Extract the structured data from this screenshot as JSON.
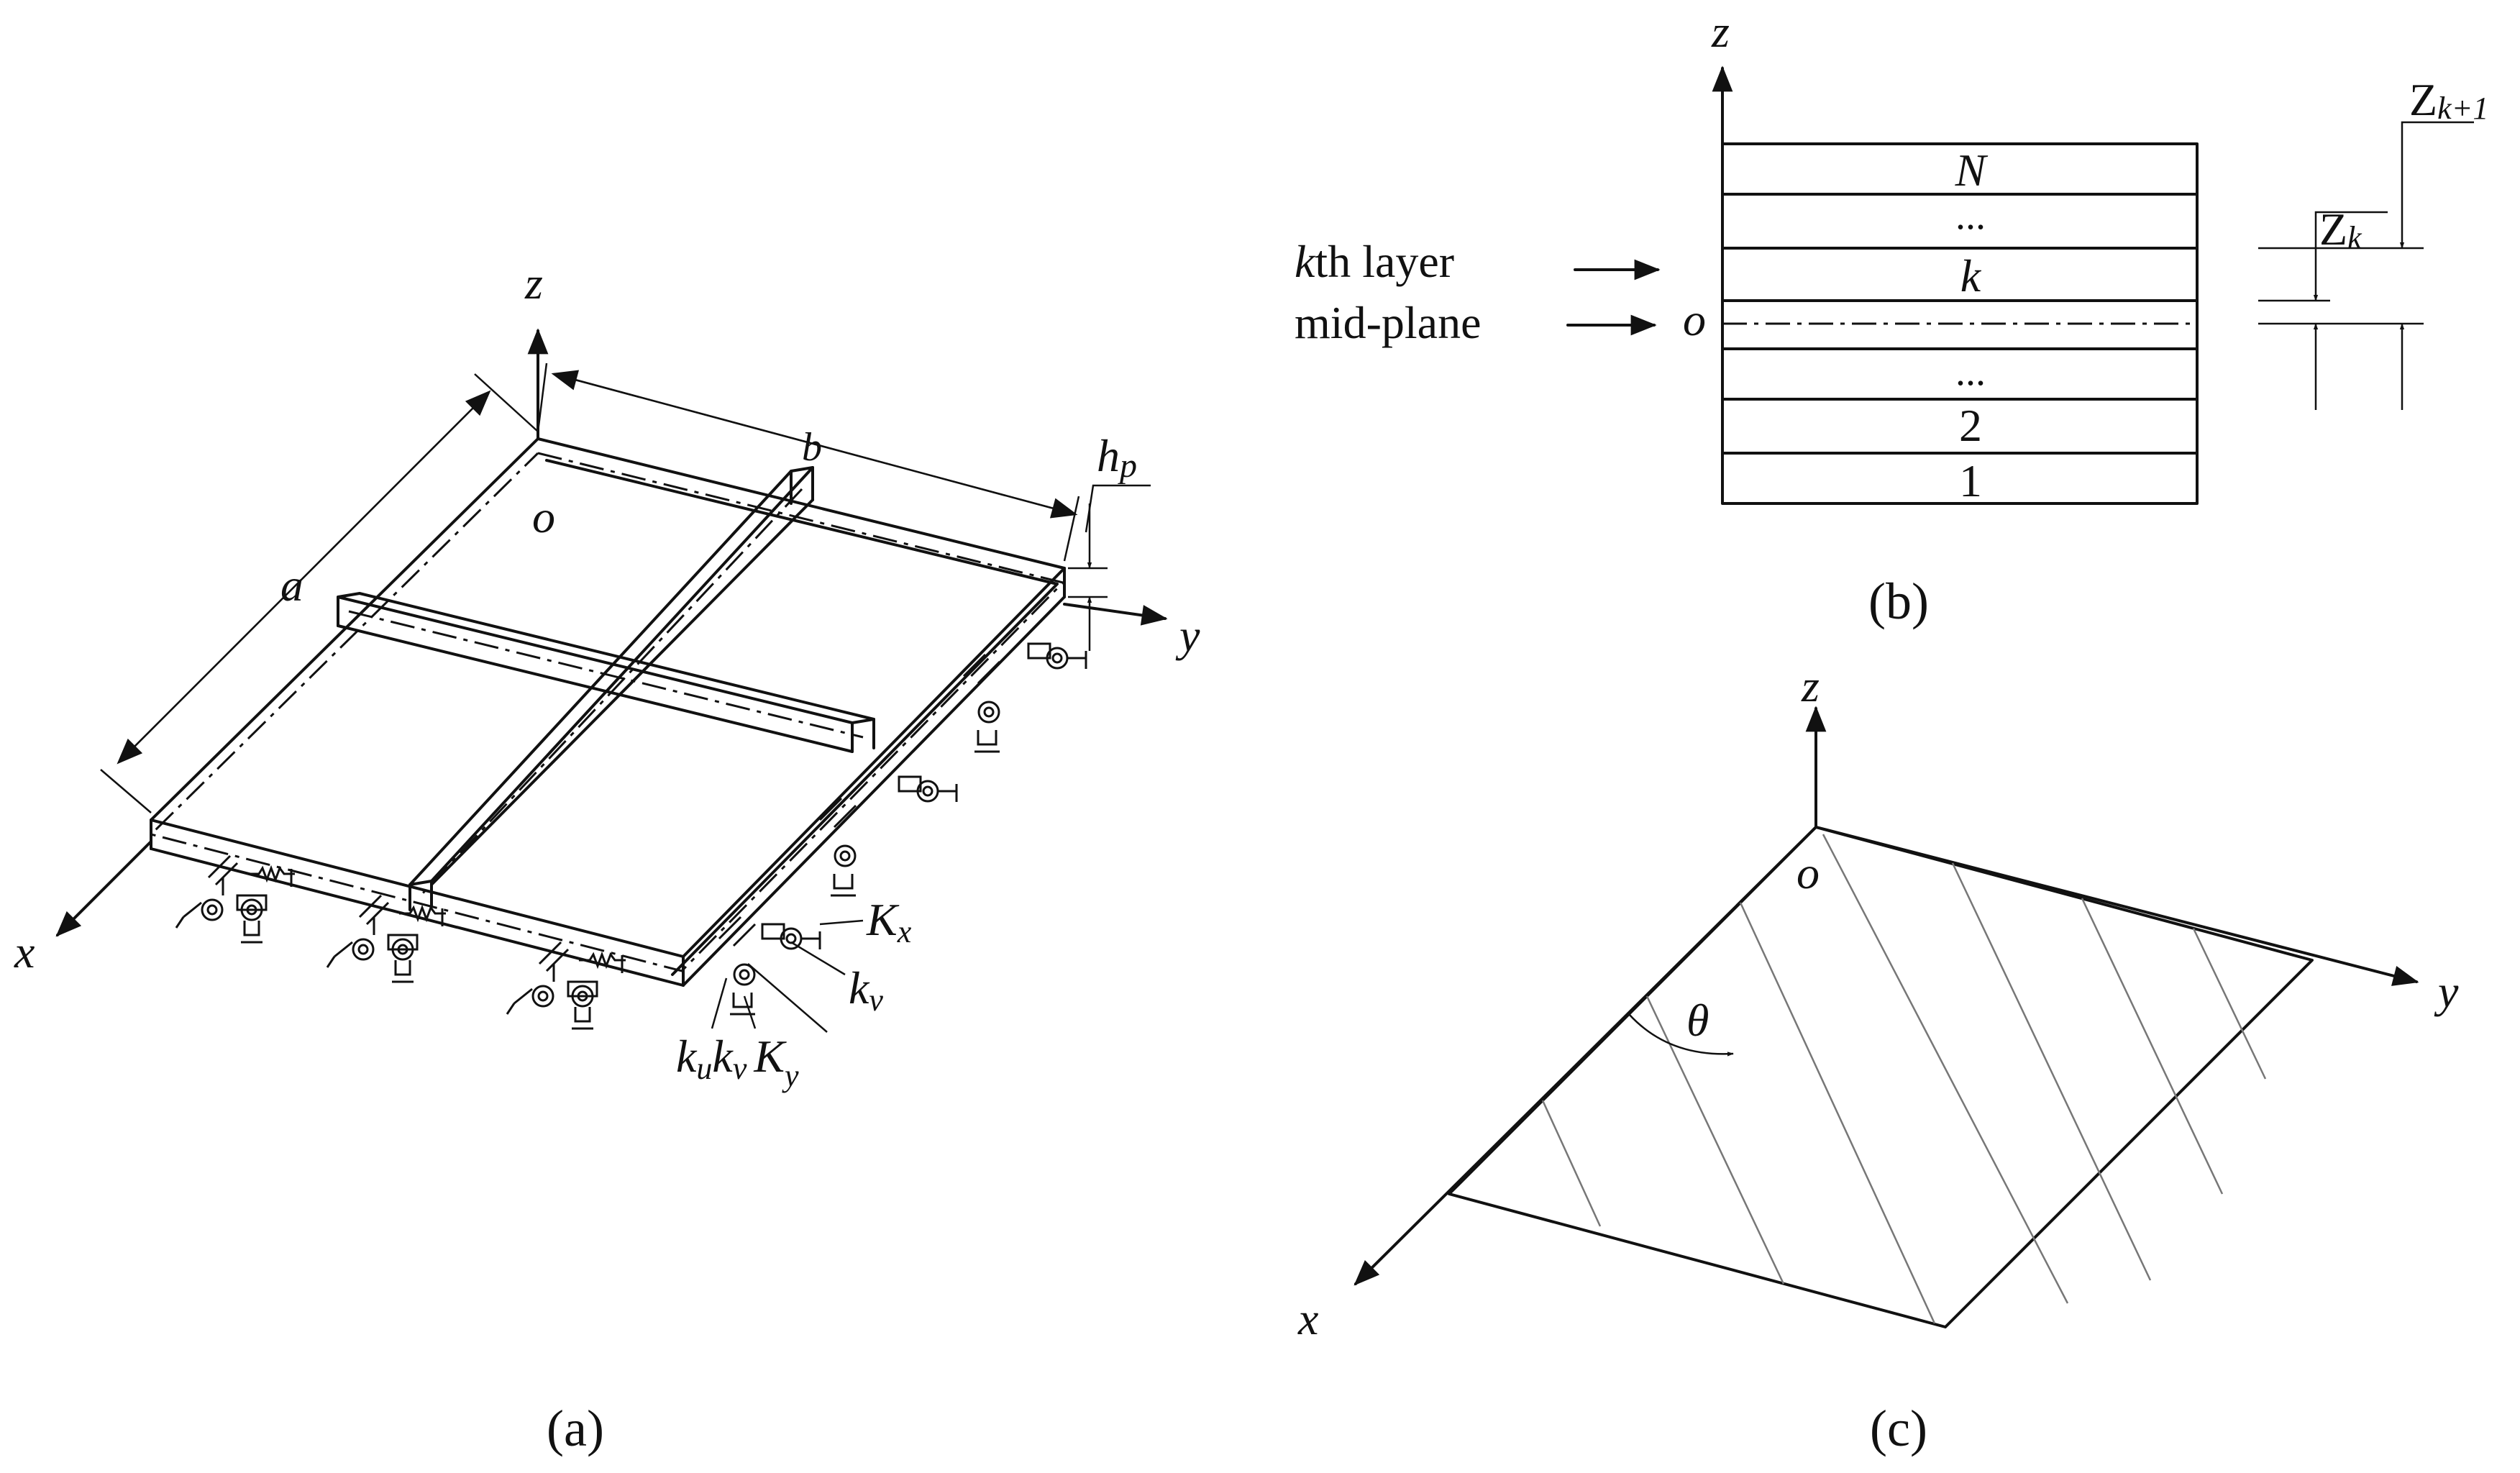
{
  "panel_a": {
    "caption": "(a)",
    "axis_x": "x",
    "axis_y": "y",
    "axis_z": "z",
    "origin": "o",
    "dim_a": "a",
    "dim_b": "b",
    "thickness_h": "h",
    "thickness_sub": "p",
    "spring_Kx_main": "K",
    "spring_Kx_sub": "x",
    "spring_kv_main": "k",
    "spring_kv_sub": "v",
    "spring_ku_main": "k",
    "spring_ku_sub": "u",
    "spring_kv2_main": "k",
    "spring_kv2_sub": "v",
    "spring_Ky_main": "K",
    "spring_Ky_sub": "y"
  },
  "panel_b": {
    "caption": "(b)",
    "axis_z": "z",
    "origin": "o",
    "layer_labels": [
      "N",
      "...",
      "k",
      "...",
      "2",
      "1"
    ],
    "kth_layer_pre": "k",
    "kth_layer_text": "th layer",
    "midplane_label": "mid-plane",
    "zk_main": "Z",
    "zk_sub": "k",
    "zk1_main": "Z",
    "zk1_sub": "k+1"
  },
  "panel_c": {
    "caption": "(c)",
    "axis_x": "x",
    "axis_y": "y",
    "axis_z": "z",
    "origin": "o",
    "angle": "θ"
  }
}
